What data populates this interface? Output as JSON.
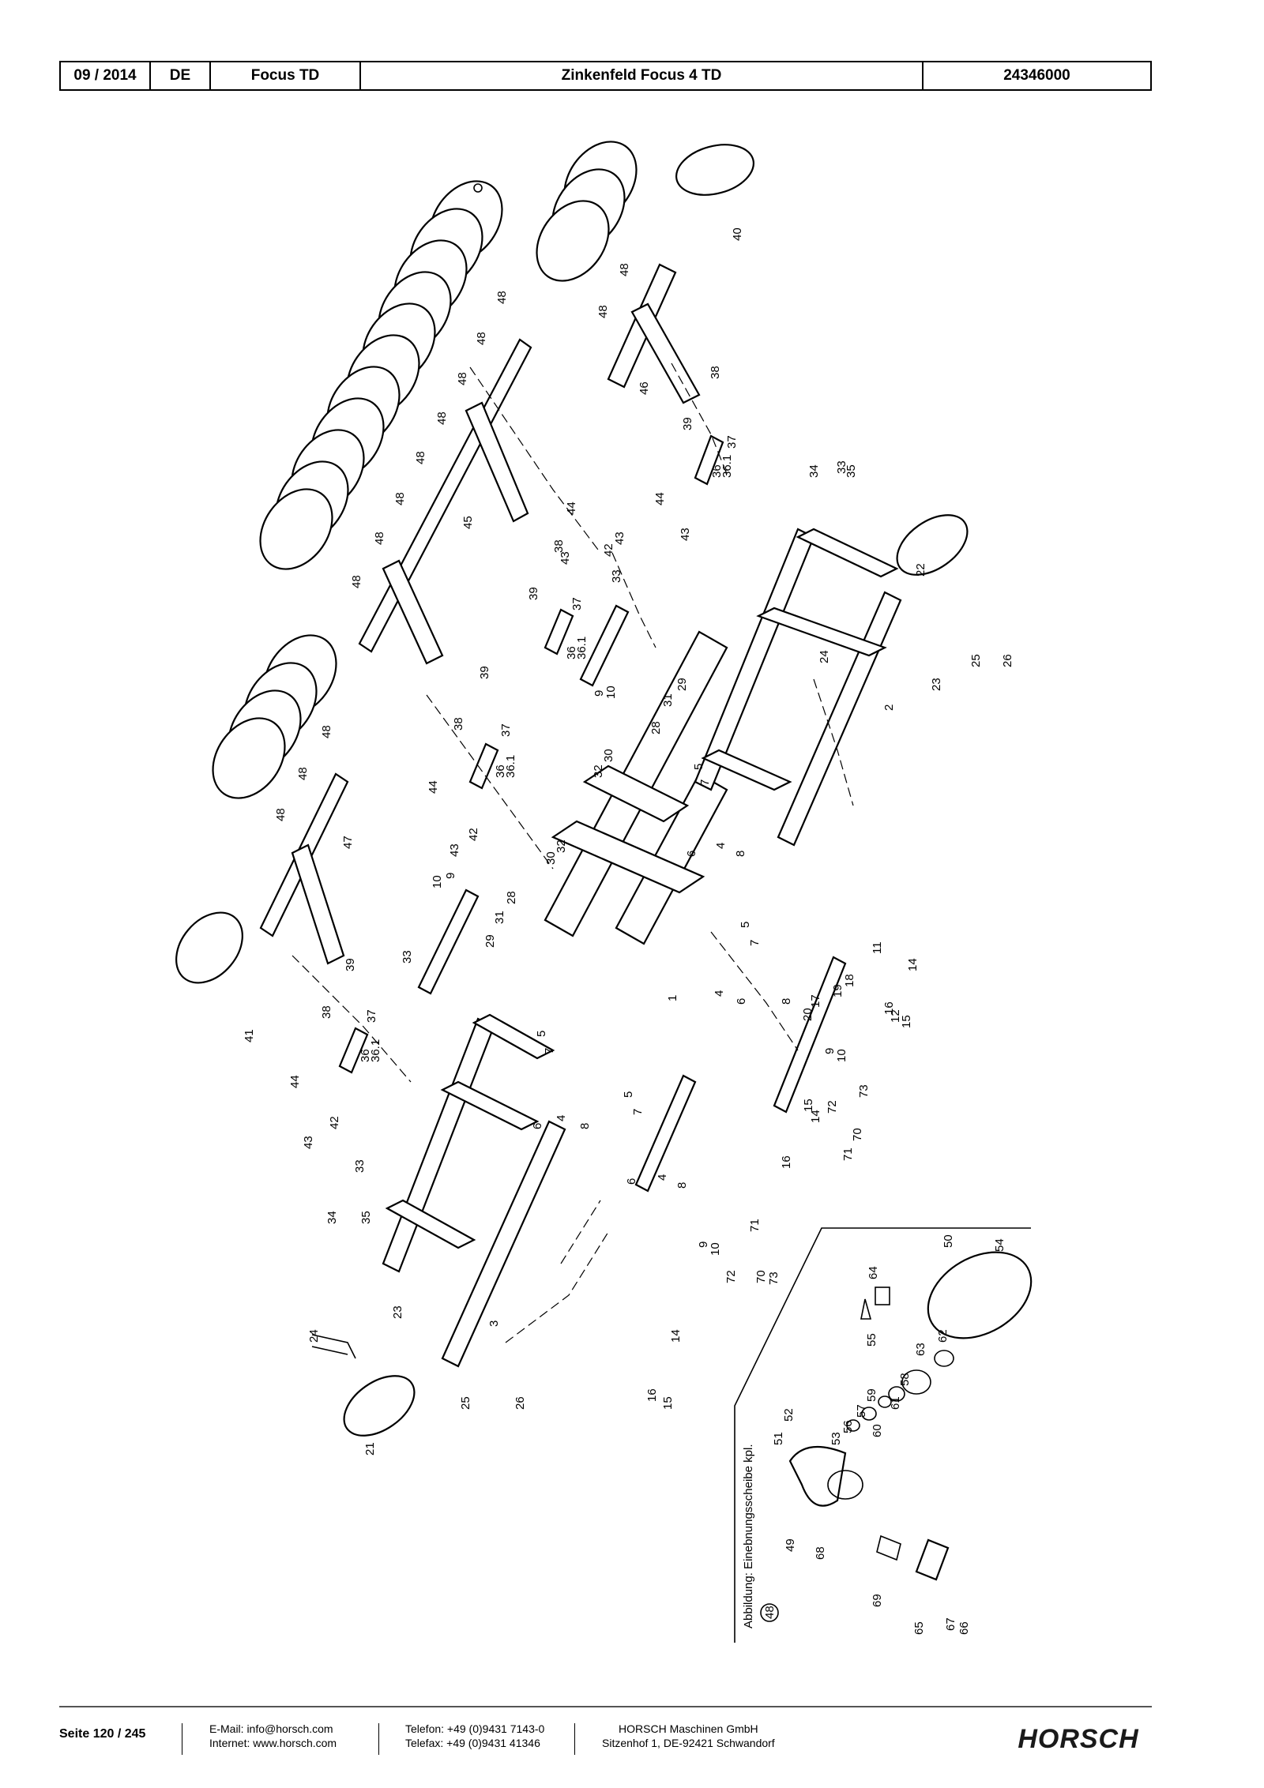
{
  "header": {
    "date": "09 / 2014",
    "language": "DE",
    "model": "Focus TD",
    "title": "Zinkenfeld Focus 4 TD",
    "part_number": "24346000"
  },
  "drawing": {
    "caption": "Abbildung: Einebnungsscheibe kpl.",
    "caption_ref": "48",
    "labels": [
      "1",
      "2",
      "3",
      "4",
      "5",
      "6",
      "7",
      "8",
      "9",
      "10",
      "11",
      "12",
      "14",
      "15",
      "16",
      "17",
      "18",
      "19",
      "20",
      "21",
      "22",
      "23",
      "24",
      "25",
      "26",
      "28",
      "29",
      "30",
      "31",
      "32",
      "33",
      "34",
      "35",
      "36",
      "36.1",
      "37",
      "38",
      "39",
      "40",
      "41",
      "42",
      "43",
      "44",
      "45",
      "46",
      "47",
      "48",
      "49",
      "50",
      "51",
      "52",
      "53",
      "54",
      "55",
      "56",
      "57",
      "58",
      "59",
      "60",
      "61",
      "62",
      "63",
      "64",
      "65",
      "66",
      "67",
      "68",
      "69",
      "70",
      "71",
      "72",
      "73"
    ]
  },
  "footer": {
    "page": "Seite 120 / 245",
    "email": "E-Mail: info@horsch.com",
    "internet": "Internet: www.horsch.com",
    "phone": "Telefon: +49 (0)9431 7143-0",
    "fax": "Telefax: +49 (0)9431 41346",
    "company": "HORSCH Maschinen GmbH",
    "address": "Sitzenhof 1, DE-92421 Schwandorf",
    "logo_text": "HORSCH"
  }
}
